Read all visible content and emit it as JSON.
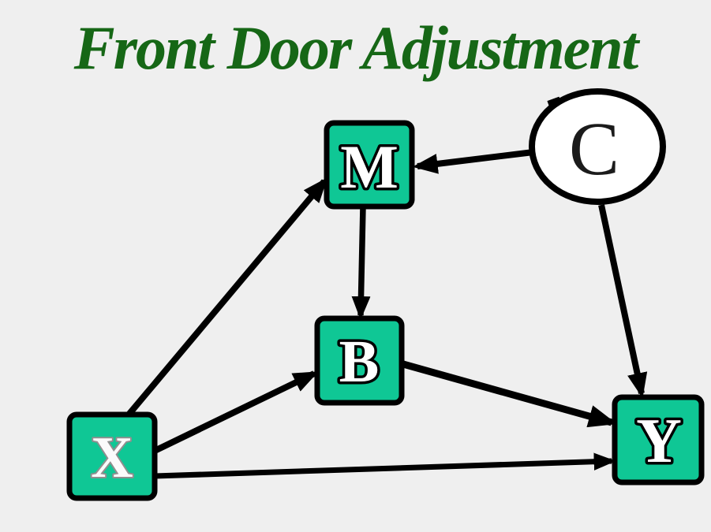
{
  "title": {
    "text": "Front Door Adjustment",
    "color": "#166716"
  },
  "colors": {
    "background": "#efefef",
    "node_fill": "#0fc795",
    "node_border": "#000000",
    "confounder_fill": "#ffffff",
    "arrow": "#000000",
    "label_fill": "#ffffff",
    "x_label_fill": "#fbfbfb",
    "c_label_color": "#1b1b1b"
  },
  "nodes": {
    "m": {
      "label": "M",
      "shape": "square"
    },
    "c": {
      "label": "C",
      "shape": "ellipse"
    },
    "b": {
      "label": "B",
      "shape": "square"
    },
    "x": {
      "label": "X",
      "shape": "square"
    },
    "y": {
      "label": "Y",
      "shape": "square"
    }
  },
  "edges": [
    {
      "from": "X",
      "to": "M"
    },
    {
      "from": "C",
      "to": "M"
    },
    {
      "from": "M",
      "to": "B"
    },
    {
      "from": "X",
      "to": "B"
    },
    {
      "from": "B",
      "to": "Y"
    },
    {
      "from": "X",
      "to": "Y"
    },
    {
      "from": "C",
      "to": "Y"
    }
  ]
}
